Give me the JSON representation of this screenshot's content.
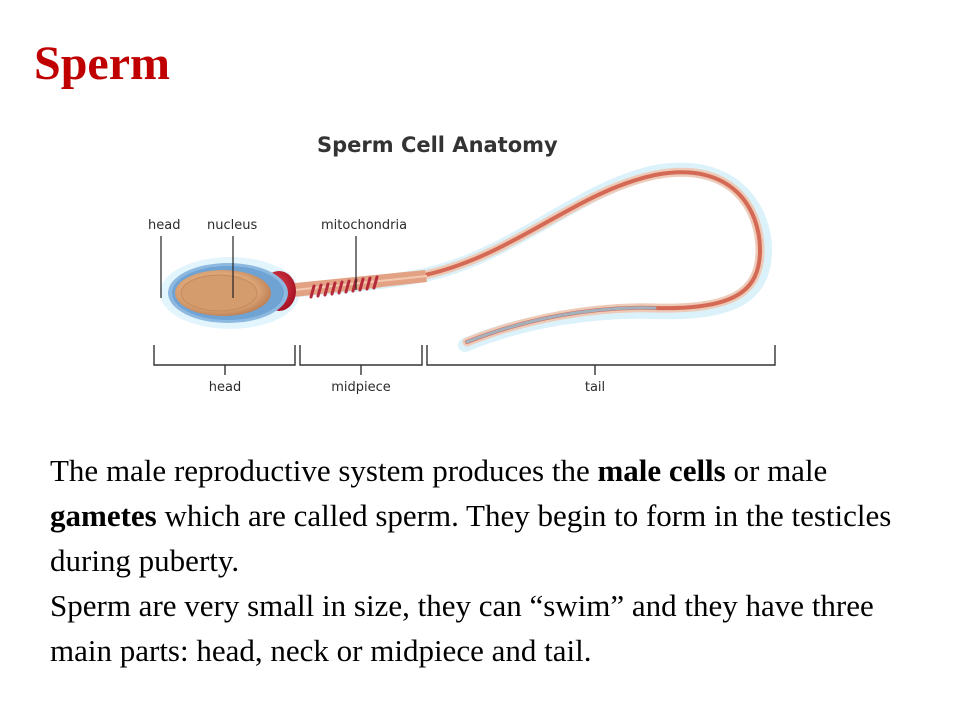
{
  "slide": {
    "title": "Sperm"
  },
  "figure": {
    "title": "Sperm Cell Anatomy",
    "labels": {
      "head": "head",
      "nucleus": "nucleus",
      "mitochondria": "mitochondria"
    },
    "sections": {
      "head": "head",
      "midpiece": "midpiece",
      "tail": "tail"
    },
    "colors": {
      "head_fill": "#d9a274",
      "head_outline": "#6fa3d4",
      "neck": "#c4172c",
      "tail": "#d9755f",
      "glow": "#a6ddf2"
    }
  },
  "body": {
    "p1_a": "The male reproductive system produces the ",
    "p1_bold1": "male cells",
    "p1_b": " or male ",
    "p1_bold2": "gametes",
    "p1_c": " which are called sperm. They begin to form in the testicles during puberty.",
    "p2": "Sperm are very small in size, they can “swim” and they have three main parts: head, neck or midpiece and tail."
  }
}
